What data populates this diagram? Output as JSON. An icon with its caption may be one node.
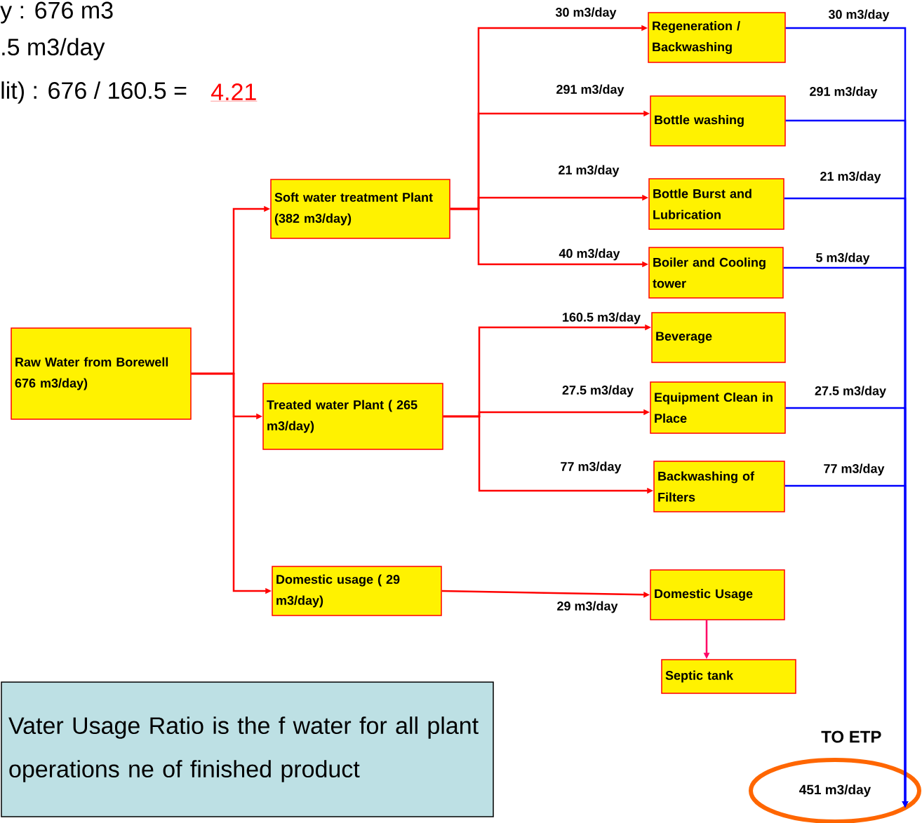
{
  "diagram": {
    "nodes": [
      {
        "text": [
          "Raw Water from Borewell 676 m3/day)"
        ]
      },
      {
        "text": [
          "Soft water treatment Plant (382 m3/day)"
        ]
      },
      {
        "text": [
          "Treated water Plant ( 265 m3/day)"
        ]
      },
      {
        "text": [
          "Domestic usage ( 29 m3/day)"
        ]
      },
      {
        "text": [
          "Regeneration / Backwashing"
        ]
      },
      {
        "text": [
          "Bottle washing"
        ]
      },
      {
        "text": [
          "Bottle Burst and Lubrication"
        ]
      },
      {
        "text": [
          "Boiler and Cooling tower"
        ]
      },
      {
        "text": [
          "Beverage"
        ]
      },
      {
        "text": [
          "Equipment Clean in Place"
        ]
      },
      {
        "text": [
          "Backwashing of Filters"
        ]
      },
      {
        "text": [
          "Domestic Usage"
        ]
      },
      {
        "text": [
          "Septic tank"
        ]
      },
      {
        "text": [
          "451 m3/day"
        ]
      },
      {
        "text": [
          "Vater Usage Ratio is the f water for all plant operations ne of finished product"
        ]
      }
    ],
    "edges": [
      {
        "from": 0,
        "to": 1,
        "arrow": "to"
      },
      {
        "from": 0,
        "to": 2,
        "arrow": "to"
      },
      {
        "from": 0,
        "to": 3,
        "arrow": "to"
      },
      {
        "from": 1,
        "to": 4,
        "arrow": "to",
        "label": "30 m3/day"
      },
      {
        "from": 1,
        "to": 5,
        "arrow": "to",
        "label": "291 m3/day"
      },
      {
        "from": 1,
        "to": 6,
        "arrow": "to",
        "label": "21 m3/day"
      },
      {
        "from": 1,
        "to": 7,
        "arrow": "to",
        "label": "40 m3/day"
      },
      {
        "from": 2,
        "to": 8,
        "arrow": "to",
        "label": "160.5 m3/day"
      },
      {
        "from": 2,
        "to": 9,
        "arrow": "to",
        "label": "27.5 m3/day"
      },
      {
        "from": 2,
        "to": 10,
        "arrow": "to",
        "label": "77 m3/day"
      },
      {
        "from": 3,
        "to": 11,
        "arrow": "to",
        "label": "29 m3/day"
      },
      {
        "from": 11,
        "to": 12,
        "arrow": "to",
        "color": "#ff0066"
      },
      {
        "from": 4,
        "to": 13,
        "arrow": "to",
        "label": "30 m3/day",
        "color": "#0000ff"
      },
      {
        "from": 5,
        "to": 13,
        "arrow": "to",
        "label": "291 m3/day",
        "color": "#0000ff"
      },
      {
        "from": 6,
        "to": 13,
        "arrow": "to",
        "label": "21 m3/day",
        "color": "#0000ff"
      },
      {
        "from": 7,
        "to": 13,
        "arrow": "to",
        "label": "5 m3/day",
        "color": "#0000ff"
      },
      {
        "from": 9,
        "to": 13,
        "arrow": "to",
        "label": "27.5 m3/day",
        "color": "#0000ff"
      },
      {
        "from": 10,
        "to": 13,
        "arrow": "to",
        "label": "77 m3/day",
        "color": "#0000ff"
      }
    ],
    "labels": [
      "y : 676 m3",
      ".5 m3/day",
      "lit) : 676 / 160.5 =",
      "4.21",
      "TO ETP"
    ]
  }
}
